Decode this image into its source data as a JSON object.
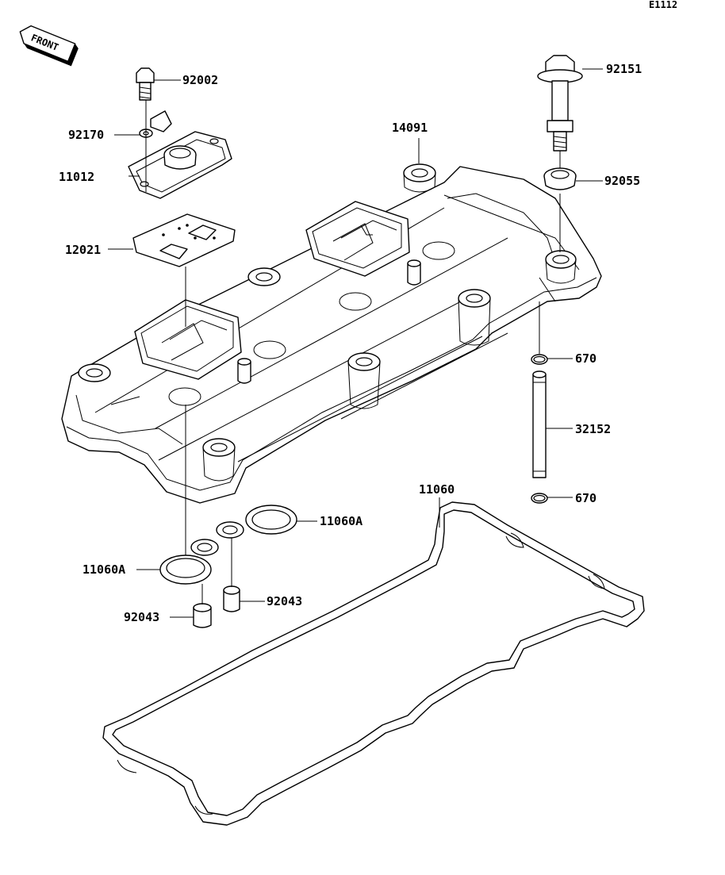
{
  "page_code": "E1112",
  "front_badge": "FRONT",
  "parts": {
    "bolt_small": "92002",
    "plate_washer": "92170",
    "breather_cover": "11012",
    "breather_gasket": "12021",
    "cylinder_head_cover": "14091",
    "cover_bolt": "92151",
    "grommet": "92055",
    "o_ring_upper": "670",
    "pipe": "32152",
    "o_ring_lower": "670",
    "head_cover_gasket": "11060",
    "plug_gasket_right": "11060A",
    "plug_gasket_left": "11060A",
    "collar_right": "92043",
    "collar_left": "92043"
  }
}
